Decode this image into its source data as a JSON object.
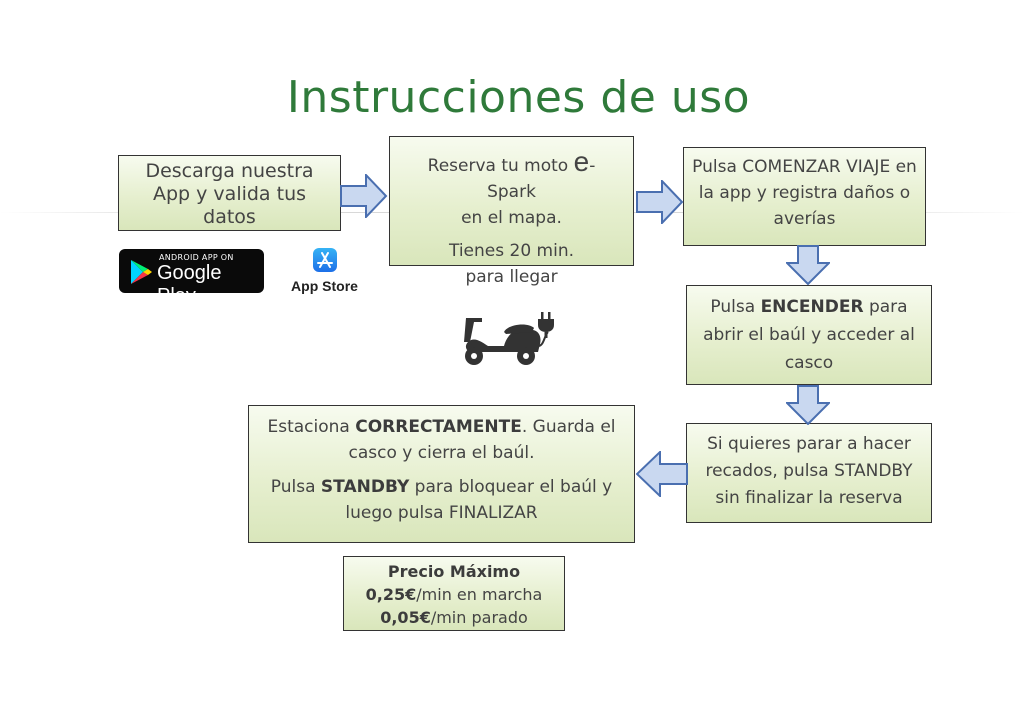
{
  "title": "Instrucciones de uso",
  "steps": {
    "step1": {
      "text": "Descarga nuestra App y valida tus datos"
    },
    "step2": {
      "line1_pre": "Reserva tu moto ",
      "line1_brand_e": "e",
      "line1_brand_rest": "-Spark",
      "line2": "en el mapa.",
      "line3": "Tienes 20 min. para llegar"
    },
    "step3": {
      "text": "Pulsa COMENZAR VIAJE en la app y registra daños o averías"
    },
    "step4": {
      "pre": "Pulsa ",
      "bold": "ENCENDER",
      "post": " para abrir el baúl y acceder al casco"
    },
    "step5": {
      "text": "Si quieres parar a hacer recados, pulsa STANDBY sin finalizar la reserva"
    },
    "step6": {
      "p1_pre": "Estaciona ",
      "p1_bold": "CORRECTAMENTE",
      "p1_post": ". Guarda el casco y cierra el baúl.",
      "p2_pre": "Pulsa ",
      "p2_bold": "STANDBY",
      "p2_post": " para bloquear el baúl y luego pulsa FINALIZAR"
    }
  },
  "price": {
    "heading": "Precio Máximo",
    "line1_bold": "0,25€",
    "line1_rest": "/min en marcha",
    "line2_bold": "0,05€",
    "line2_rest": "/min parado"
  },
  "badges": {
    "google_play_small": "ANDROID APP ON",
    "google_play_big": "Google Play",
    "app_store": "App Store"
  },
  "icons": {
    "scooter": "scooter-icon",
    "plug": "plug-icon",
    "arrow": "arrow-icon"
  },
  "colors": {
    "title": "#2f7a3a",
    "box_fill": "#e6efcf",
    "arrow_fill": "#c9d8f0",
    "arrow_stroke": "#4a6fb0"
  }
}
